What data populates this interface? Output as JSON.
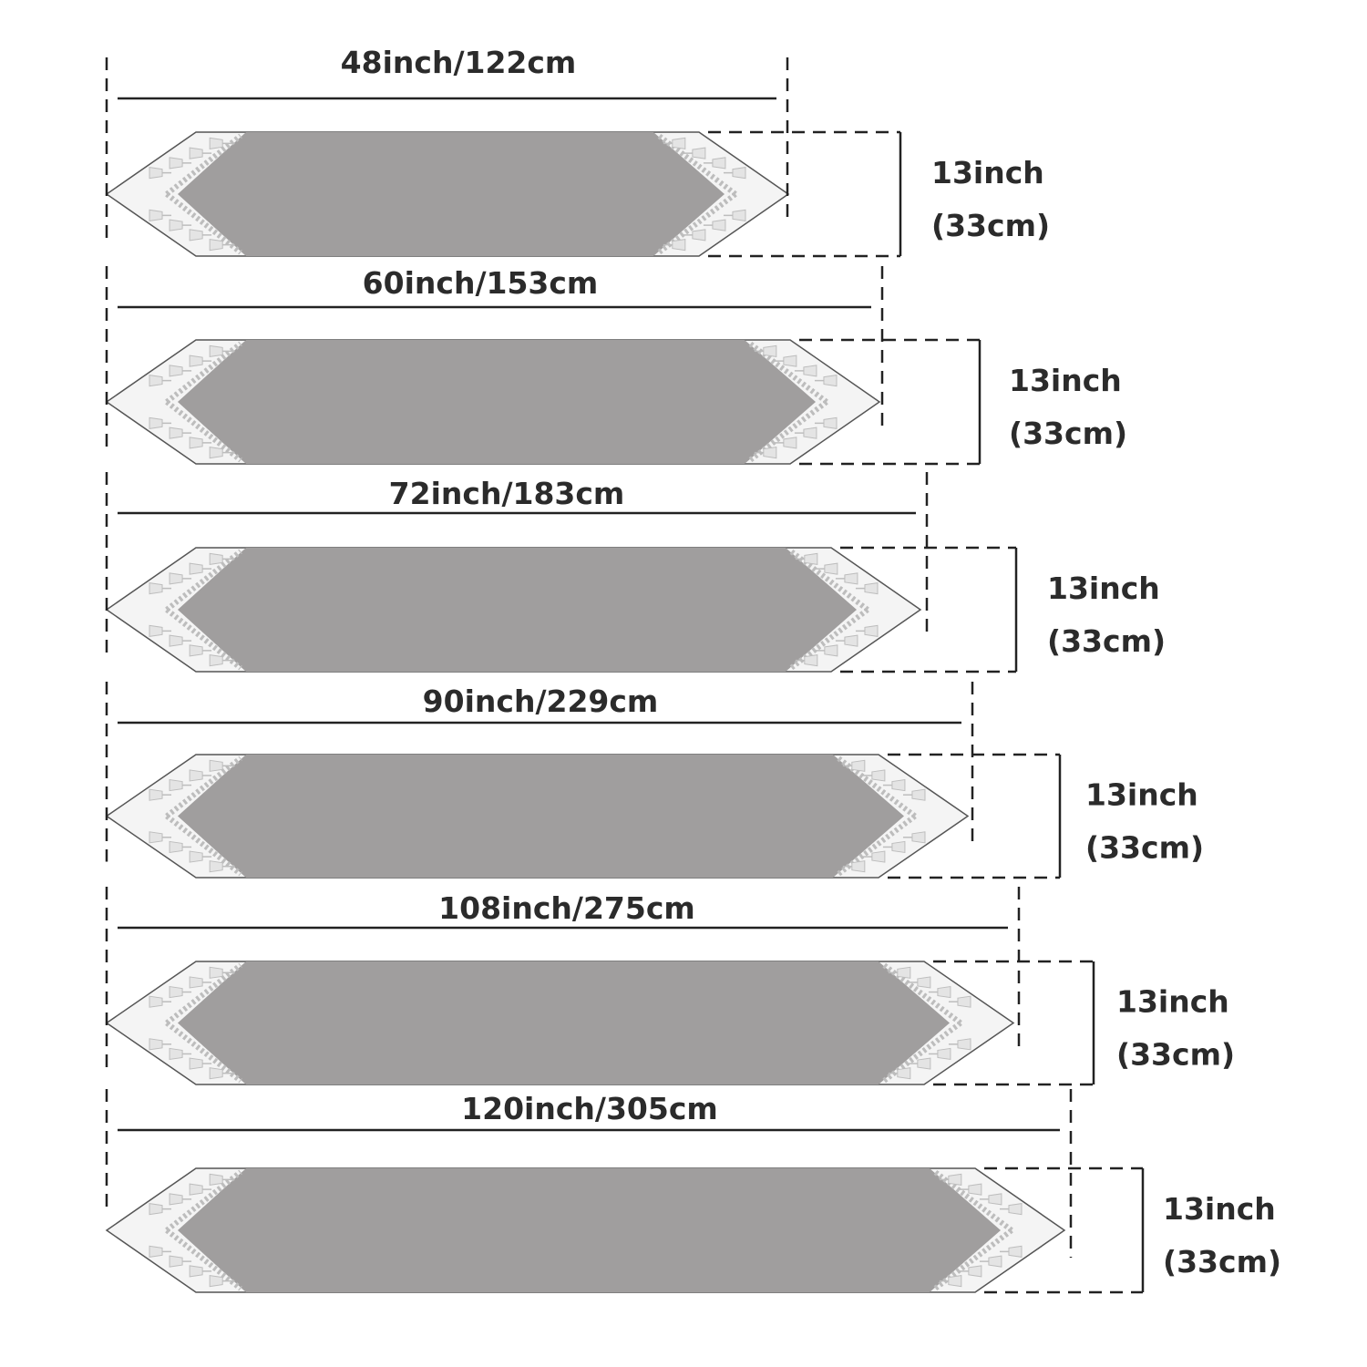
{
  "runners": [
    {
      "length_label": "48inch/122cm",
      "width_label": "13inch",
      "width_label_cm": "(33cm)"
    },
    {
      "length_label": "60inch/153cm",
      "width_label": "13inch",
      "width_label_cm": "(33cm)"
    },
    {
      "length_label": "72inch/183cm",
      "width_label": "13inch",
      "width_label_cm": "(33cm)"
    },
    {
      "length_label": "90inch/229cm",
      "width_label": "13inch",
      "width_label_cm": "(33cm)"
    },
    {
      "length_label": "108inch/275cm",
      "width_label": "13inch",
      "width_label_cm": "(33cm)"
    },
    {
      "length_label": "120inch/305cm",
      "width_label": "13inch",
      "width_label_cm": "(33cm)"
    }
  ],
  "colors": {
    "runner_fill": "#a09e9e",
    "border_fill": "#f4f4f4",
    "pattern": "#bdbdbd",
    "line": "#222222",
    "text": "#2b2b2b"
  }
}
